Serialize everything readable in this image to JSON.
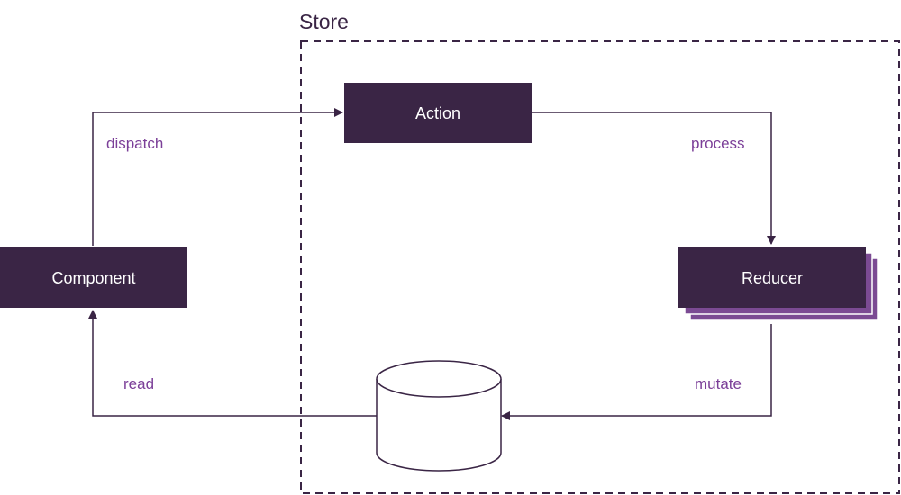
{
  "diagram": {
    "store": {
      "title": "Store"
    },
    "nodes": {
      "component": {
        "label": "Component"
      },
      "action": {
        "label": "Action"
      },
      "reducer": {
        "label": "Reducer"
      },
      "state": {
        "label": ""
      }
    },
    "edges": {
      "dispatch": {
        "label": "dispatch"
      },
      "process": {
        "label": "process"
      },
      "mutate": {
        "label": "mutate"
      },
      "read": {
        "label": "read"
      }
    }
  },
  "colors": {
    "node_fill": "#3a2545",
    "stack_fill": "#7b4a93",
    "edge_label": "#7b3f98",
    "line": "#3a2545",
    "store_title": "#3a2545",
    "border": "#3a2545"
  }
}
